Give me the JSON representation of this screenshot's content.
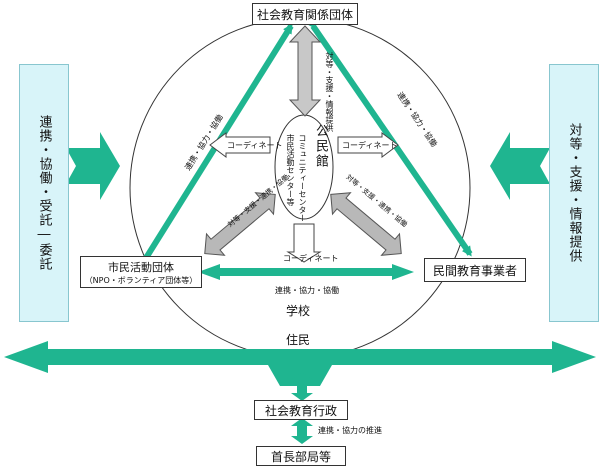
{
  "colors": {
    "accent_green": "#1fb590",
    "arrow_gray": "#b8b8b8",
    "side_panel": "#d8f4f9"
  },
  "top_box": "社会教育関係団体",
  "left_box": {
    "line1": "市民活動団体",
    "line2": "（NPO・ボランティア団体等）"
  },
  "right_box": "民間教育事業者",
  "admin_box": "社会教育行政",
  "mayor_box": "首長部局等",
  "left_panel": {
    "items": [
      "連携",
      "協働",
      "受託",
      "委託"
    ],
    "separators": [
      "・",
      "・",
      "―"
    ]
  },
  "right_panel": "対等・支援・情報提供",
  "center": {
    "title": "公民館",
    "subtitle": "コミュニティーセンター",
    "subtitle2": "市民活動センター等"
  },
  "labels": {
    "top_center_arrow": "対等・支援・情報提供",
    "top_right": "連携・協力・協働",
    "top_left": "連携・協力・協働",
    "coordinate_left": "コーディネート",
    "coordinate_right": "コーディネート",
    "coordinate_bottom": "コーディネート",
    "left_lower": "対等・支援・連携・協働",
    "right_lower": "対等・支援・連携・協働",
    "horizontal": "連携・協力・協働",
    "school": "学校",
    "residents": "住民",
    "bottom_arrow": "連携・協力の推進"
  }
}
